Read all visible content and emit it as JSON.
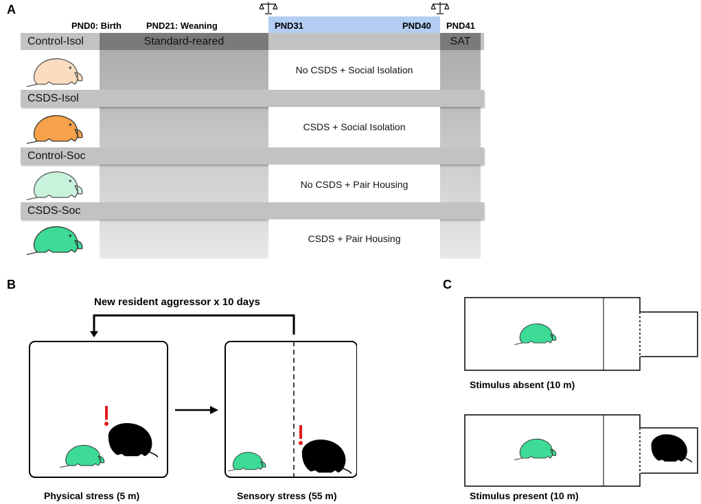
{
  "panel_a": {
    "letter": "A",
    "timepoints": {
      "pnd0": "PND0: Birth",
      "pnd21": "PND21: Weaning",
      "pnd31": "PND31",
      "pnd40": "PND40",
      "pnd41": "PND41"
    },
    "standard_reared": "Standard-reared",
    "sat": "SAT",
    "groups": [
      {
        "label": "Control-Isol",
        "condition": "No CSDS + Social Isolation",
        "color": "#fadcbf"
      },
      {
        "label": "CSDS-Isol",
        "condition": "CSDS + Social Isolation",
        "color": "#f7a24a"
      },
      {
        "label": "Control-Soc",
        "condition": "No CSDS + Pair Housing",
        "color": "#c9f2dd"
      },
      {
        "label": "CSDS-Soc",
        "condition": "CSDS + Pair Housing",
        "color": "#3ddb95"
      }
    ],
    "highlight_color": "#b4cdf2"
  },
  "panel_b": {
    "letter": "B",
    "loop_label": "New resident aggressor x 10 days",
    "left_caption": "Physical stress (5 m)",
    "right_caption": "Sensory stress (55 m)",
    "exclamation_color": "#e21a1a",
    "intruder_color": "#3ddb95",
    "aggressor_color": "#000000"
  },
  "panel_c": {
    "letter": "C",
    "top_caption": "Stimulus absent (10 m)",
    "bottom_caption": "Stimulus present (10 m)"
  }
}
